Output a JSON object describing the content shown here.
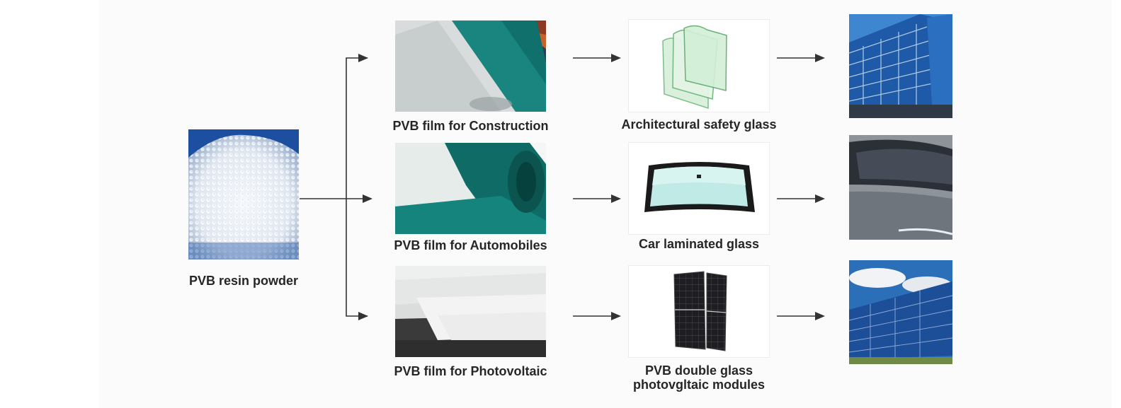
{
  "diagram": {
    "source": {
      "label": "PVB resin powder",
      "icon": "resin-pellets-photo"
    },
    "films": [
      {
        "label": "PVB film for Construction",
        "icon": "construction-film-rolls-photo"
      },
      {
        "label": "PVB film for Automobiles",
        "icon": "automobile-film-roll-photo"
      },
      {
        "label": "PVB film for Photovoltaic",
        "icon": "photovoltaic-film-sheets-photo"
      }
    ],
    "products": [
      {
        "label": "Architectural safety glass",
        "icon": "glass-panes-icon"
      },
      {
        "label": "Car laminated glass",
        "icon": "windshield-icon"
      },
      {
        "label_line1": "PVB double glass",
        "label_line2": "photovgltaic modules",
        "icon": "solar-module-icon"
      }
    ],
    "applications": [
      {
        "icon": "glass-building-photo"
      },
      {
        "icon": "car-windshield-photo"
      },
      {
        "icon": "solar-farm-photo"
      }
    ],
    "colors": {
      "arrow": "#333333",
      "label": "#262626",
      "film_teal": "#0e6b66",
      "sky_blue": "#2a6fb8"
    }
  }
}
